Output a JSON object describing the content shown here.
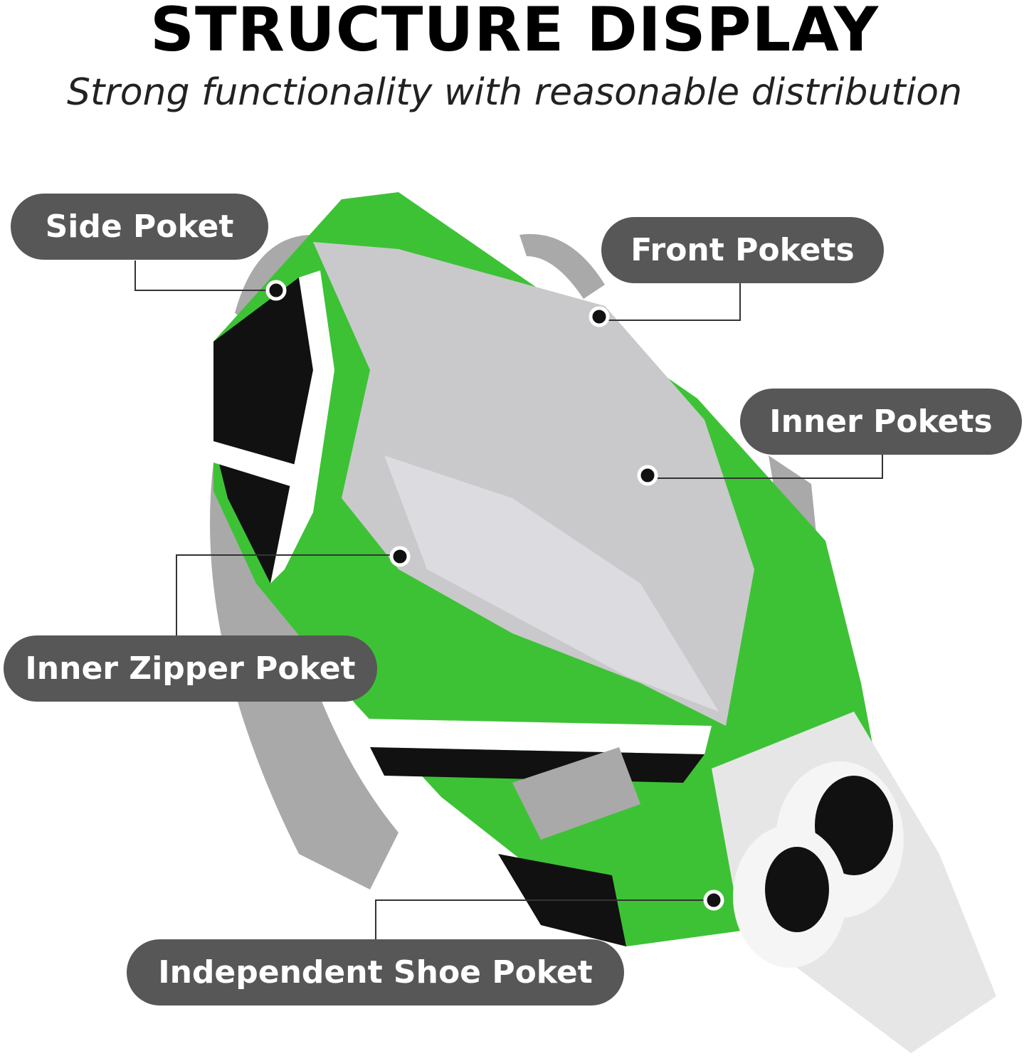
{
  "header": {
    "title": "STRUCTURE DISPLAY",
    "subtitle": "Strong functionality with reasonable distribution"
  },
  "callouts": [
    {
      "label": "Side Poket"
    },
    {
      "label": "Front Pokets"
    },
    {
      "label": "Inner Pokets"
    },
    {
      "label": "Inner Zipper Poket"
    },
    {
      "label": "Independent Shoe Poket"
    }
  ],
  "colors": {
    "bag_green": "#3dc236",
    "pill": "#575757",
    "lining": "#c9c9cc",
    "strap": "#a9a9a9"
  }
}
